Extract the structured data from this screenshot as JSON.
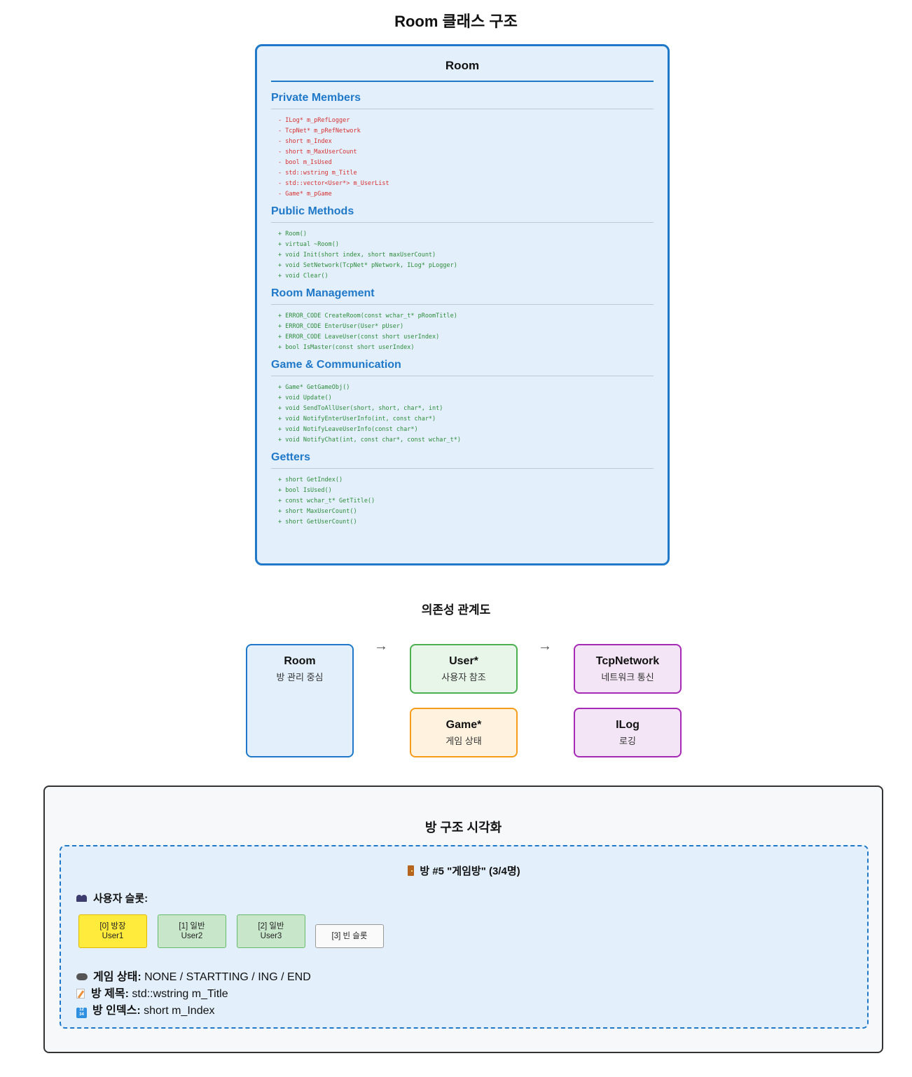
{
  "title": "Room 클래스 구조",
  "class_diagram": {
    "name": "Room",
    "sections": [
      {
        "title": "Private Members",
        "visibility": "private",
        "items": [
          "- ILog* m_pRefLogger",
          "- TcpNet* m_pRefNetwork",
          "- short m_Index",
          "- short m_MaxUserCount",
          "- bool m_IsUsed",
          "- std::wstring m_Title",
          "- std::vector<User*> m_UserList",
          "- Game* m_pGame"
        ]
      },
      {
        "title": "Public Methods",
        "visibility": "public",
        "items": [
          "+ Room()",
          "+ virtual ~Room()",
          "+ void Init(short index, short maxUserCount)",
          "+ void SetNetwork(TcpNet* pNetwork, ILog* pLogger)",
          "+ void Clear()"
        ]
      },
      {
        "title": "Room Management",
        "visibility": "public",
        "items": [
          "+ ERROR_CODE CreateRoom(const wchar_t* pRoomTitle)",
          "+ ERROR_CODE EnterUser(User* pUser)",
          "+ ERROR_CODE LeaveUser(const short userIndex)",
          "+ bool IsMaster(const short userIndex)"
        ]
      },
      {
        "title": "Game & Communication",
        "visibility": "public",
        "items": [
          "+ Game* GetGameObj()",
          "+ void Update()",
          "+ void SendToAllUser(short, short, char*, int)",
          "+ void NotifyEnterUserInfo(int, const char*)",
          "+ void NotifyLeaveUserInfo(const char*)",
          "+ void NotifyChat(int, const char*, const wchar_t*)"
        ]
      },
      {
        "title": "Getters",
        "visibility": "public",
        "items": [
          "+ short GetIndex()",
          "+ bool IsUsed()",
          "+ const wchar_t* GetTitle()",
          "+ short MaxUserCount()",
          "+ short GetUserCount()"
        ]
      }
    ]
  },
  "dependency": {
    "title": "의존성 관계도",
    "arrow": "→",
    "nodes": {
      "room": {
        "name": "Room",
        "desc": "방 관리 중심"
      },
      "user": {
        "name": "User*",
        "desc": "사용자 참조"
      },
      "game": {
        "name": "Game*",
        "desc": "게임 상태"
      },
      "tcp": {
        "name": "TcpNetwork",
        "desc": "네트워크 통신"
      },
      "ilog": {
        "name": "ILog",
        "desc": "로깅"
      }
    }
  },
  "visualization": {
    "title": "방 구조 시각화",
    "room_header": "방 #5 \"게임방\" (3/4명)",
    "slots_label": "사용자 슬롯:",
    "slots": [
      {
        "line1": "[0] 방장",
        "line2": "User1"
      },
      {
        "line1": "[1] 일반",
        "line2": "User2"
      },
      {
        "line1": "[2] 일반",
        "line2": "User3"
      },
      {
        "line1": "[3] 빈 슬롯",
        "line2": ""
      }
    ],
    "info": [
      {
        "label": "게임 상태:",
        "value": " NONE / STARTTING / ING / END",
        "icon": "gamepad-icon"
      },
      {
        "label": "방 제목:",
        "value": " std::wstring m_Title",
        "icon": "memo-icon"
      },
      {
        "label": "방 인덱스:",
        "value": " short m_Index",
        "icon": "numbers-icon"
      }
    ]
  },
  "colors": {
    "primary": "#1f78c8",
    "private": "#d63030",
    "public": "#2e8b3a",
    "master_slot": "#ffeb3b",
    "user_slot": "#c8e6c9"
  }
}
